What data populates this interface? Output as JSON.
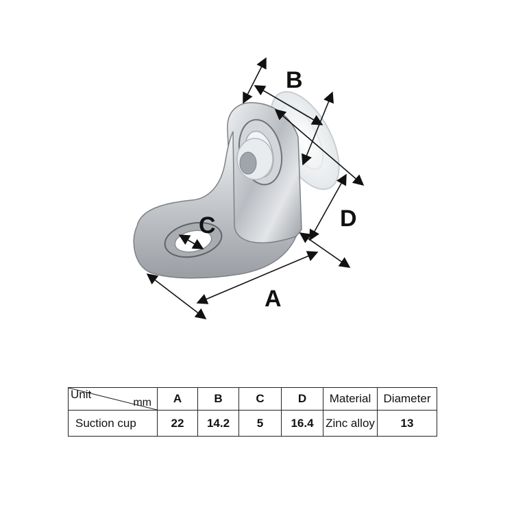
{
  "dimension_labels": {
    "a": "A",
    "b": "B",
    "c": "C",
    "d": "D"
  },
  "table": {
    "header": {
      "unit_top": "Unit",
      "unit_bottom": "mm",
      "columns": [
        "A",
        "B",
        "C",
        "D",
        "Material",
        "Diameter"
      ]
    },
    "row": {
      "name": "Suction cup",
      "values": [
        "22",
        "14.2",
        "5",
        "16.4",
        "Zinc alloy",
        "13"
      ]
    }
  },
  "colors": {
    "metal": "#c9ccd1",
    "metal_dark": "#8e9297",
    "line": "#111111"
  }
}
